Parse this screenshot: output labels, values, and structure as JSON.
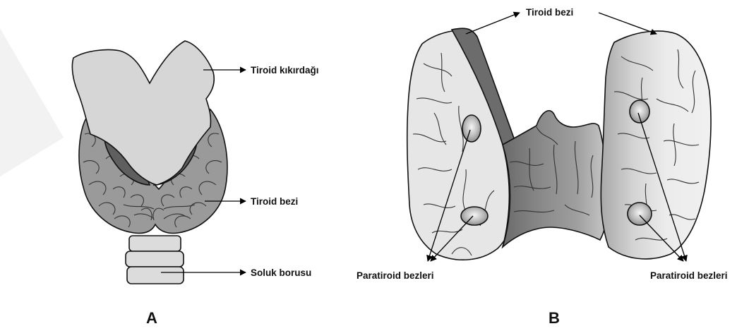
{
  "figure_a": {
    "panel_label": "A",
    "labels": {
      "thyroid_cartilage": "Tiroid kıkırdağı",
      "thyroid_gland": "Tiroid bezi",
      "trachea": "Soluk borusu"
    }
  },
  "figure_b": {
    "panel_label": "B",
    "labels": {
      "thyroid_gland": "Tiroid bezi",
      "parathyroid_left": "Paratiroid bezleri",
      "parathyroid_right": "Paratiroid bezleri"
    }
  },
  "colors": {
    "cartilage": "#d6d6d6",
    "gland_lobule": "#9a9a9a",
    "gland_dark": "#5f5f5f",
    "gland_light": "#ececec",
    "gland_mid": "#9e9e9e",
    "outline": "#111111"
  }
}
